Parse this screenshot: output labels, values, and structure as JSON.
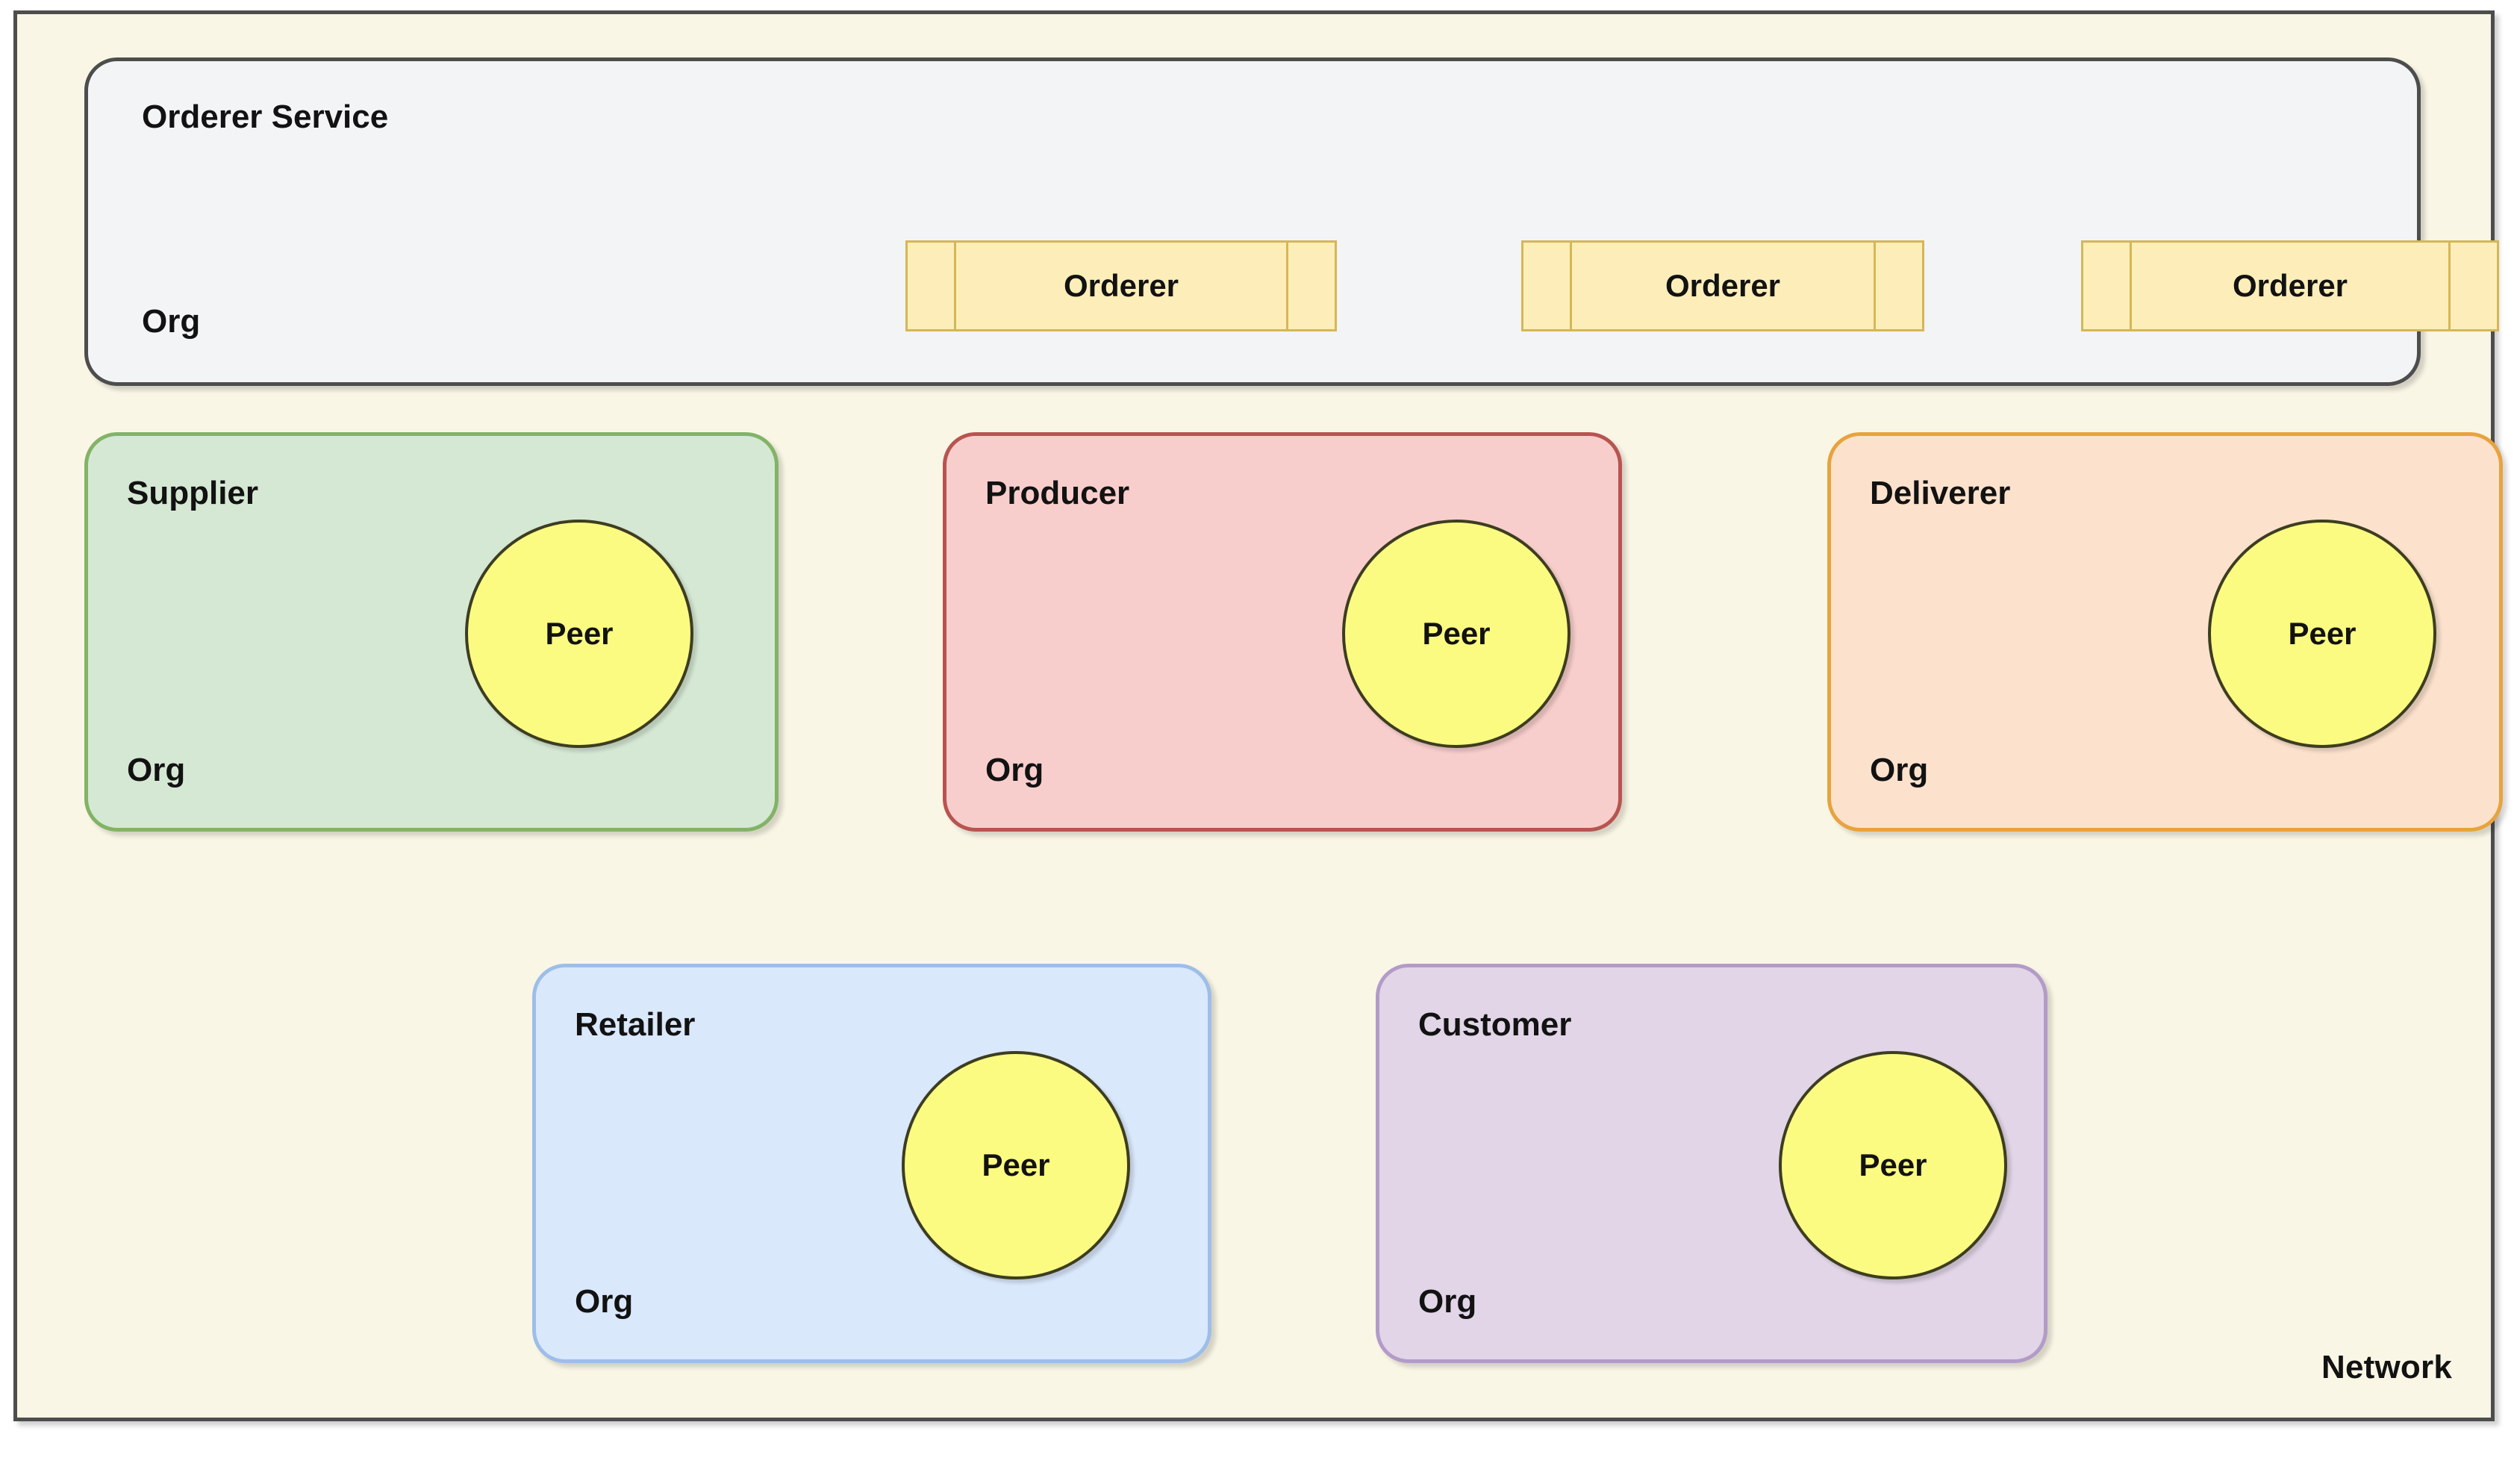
{
  "diagram": {
    "network": {
      "label": "Network",
      "background_color": "#faf6e6",
      "border_color": "#4d4d4d"
    },
    "orderer_service": {
      "title": "Orderer Service",
      "org_label": "Org",
      "background_color": "#f3f4f6",
      "border_color": "#4d4d4d",
      "nodes": [
        {
          "label": "Orderer",
          "fill": "#fdeeb9",
          "stroke": "#d6b656"
        },
        {
          "label": "Orderer",
          "fill": "#fdeeb9",
          "stroke": "#d6b656"
        },
        {
          "label": "Orderer",
          "fill": "#fdeeb9",
          "stroke": "#d6b656"
        }
      ]
    },
    "peer": {
      "label": "Peer",
      "fill": "#fbfb82",
      "stroke": "#3d3d20"
    },
    "organizations": [
      {
        "title": "Supplier",
        "sub_label": "Org",
        "peer_label": "Peer",
        "fill": "#d5e8d4",
        "stroke": "#82b366"
      },
      {
        "title": "Producer",
        "sub_label": "Org",
        "peer_label": "Peer",
        "fill": "#f8cecc",
        "stroke": "#b85450"
      },
      {
        "title": "Deliverer",
        "sub_label": "Org",
        "peer_label": "Peer",
        "fill": "#fce2cd",
        "stroke": "#e8a33d"
      },
      {
        "title": "Retailer",
        "sub_label": "Org",
        "peer_label": "Peer",
        "fill": "#dae8fc",
        "stroke": "#9dbee8"
      },
      {
        "title": "Customer",
        "sub_label": "Org",
        "peer_label": "Peer",
        "fill": "#e1d5e7",
        "stroke": "#b39bc8"
      }
    ]
  }
}
